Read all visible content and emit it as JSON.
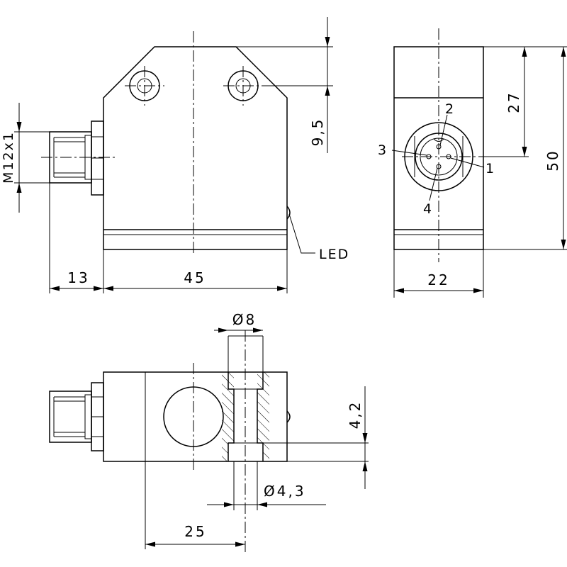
{
  "connector": {
    "thread": "M12x1"
  },
  "front_view": {
    "dim_connector_length": "13",
    "dim_body_width": "45",
    "dim_hole_offset": "9,5",
    "led_label": "LED"
  },
  "side_view": {
    "pins": [
      "1",
      "2",
      "3",
      "4"
    ],
    "dim_to_axis": "27",
    "dim_height": "50",
    "dim_depth": "22"
  },
  "top_view": {
    "dim_counterbore_dia": "Ø8",
    "dim_counterbore_depth": "4,2",
    "dim_hole_dia": "Ø4,3",
    "dim_axis_distance": "25"
  }
}
